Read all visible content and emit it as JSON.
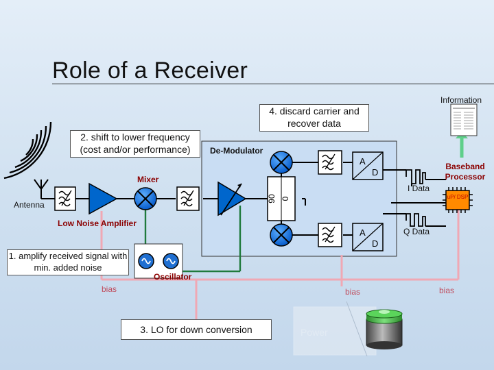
{
  "slide": {
    "title": "Role of a Receiver"
  },
  "callouts": {
    "shift": "2. shift to lower frequency (cost and/or performance)",
    "discard": "4. discard carrier and recover data",
    "amplify": "1. amplify received signal with min. added noise",
    "lo": "3. LO for down conversion"
  },
  "labels": {
    "information": "Information",
    "demodulator": "De-Modulator",
    "mixer": "Mixer",
    "antenna": "Antenna",
    "lna": "Low Noise Amplifier",
    "oscillator": "Oscillator",
    "baseband": "Baseband Processor",
    "i_data": "I Data",
    "q_data": "Q Data",
    "adc_a": "A",
    "adc_d": "D",
    "phase_90": "90",
    "phase_0": "0",
    "chip": "uP/ DSP",
    "bias": "bias",
    "power_faint": "Power"
  },
  "colors": {
    "signal_path": "#000000",
    "bias_line": "#f0a8b4",
    "lo_line": "#1f7a3c",
    "info_arrow": "#5fcf8a",
    "demod_fill": "#c9ddf3",
    "lna_fill": "#0066cc",
    "mixer_fill": "#0073e6",
    "oscillator_fill": "#1f6fd1",
    "chip_fill": "#ff8a00"
  },
  "icons": [
    "antenna-icon",
    "wave-arcs-icon",
    "filter-icon",
    "lna-triangle-icon",
    "mixer-icon",
    "vga-icon",
    "phase-splitter-icon",
    "adc-icon",
    "square-wave-icon",
    "chip-icon",
    "oscillator-icon",
    "battery-icon",
    "document-icon"
  ]
}
